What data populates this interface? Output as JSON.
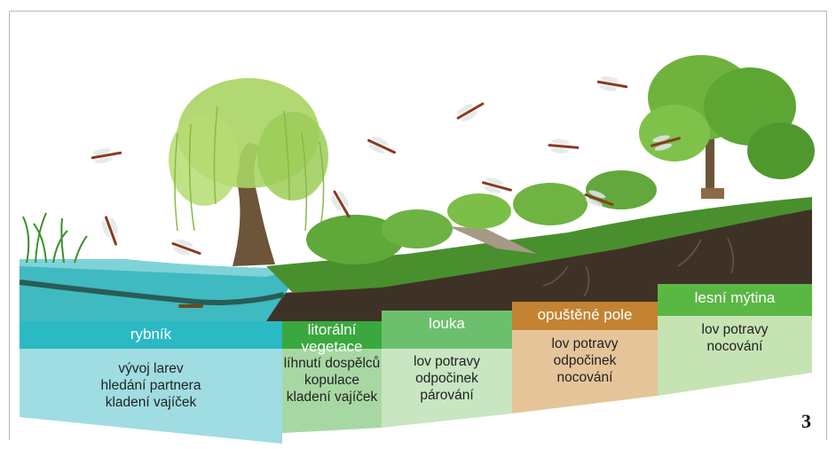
{
  "colors": {
    "water_deep": "#2bb9c3",
    "water_light": "#9fdde2",
    "litoral": "#3aa83e",
    "meadow": "#6cc06d",
    "field": "#c48333",
    "field_light": "#e6c49a",
    "forest": "#5ab743",
    "forest_light": "#c6e3b4",
    "soil": "#3e3226"
  },
  "zones": [
    {
      "key": "pond",
      "title": "rybník",
      "activities": "vývoj larev\nhledání partnera\nkladení vajíček"
    },
    {
      "key": "litoral",
      "title": "litorální\nvegetace",
      "activities": "líhnutí dospělců\nkopulace\nkladení vajíček"
    },
    {
      "key": "meadow",
      "title": "louka",
      "activities": "lov potravy\nodpočinek\npárování"
    },
    {
      "key": "field",
      "title": "opuštěné pole",
      "activities": "lov potravy\nodpočinek\nnocování"
    },
    {
      "key": "forest",
      "title": "lesní mýtina",
      "activities": "lov potravy\nnocování"
    }
  ],
  "page_number": "3"
}
